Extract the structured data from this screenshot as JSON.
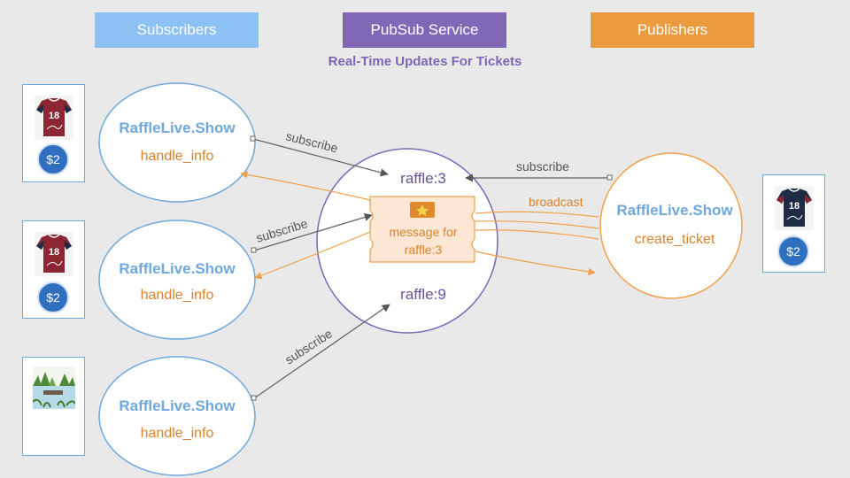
{
  "headers": {
    "subscribers": "Subscribers",
    "pubsub": "PubSub Service",
    "publishers": "Publishers"
  },
  "subtitle": "Real-Time Updates For Tickets",
  "subscribers": [
    {
      "module": "RaffleLive.Show",
      "callback": "handle_info",
      "arrow_label": "subscribe"
    },
    {
      "module": "RaffleLive.Show",
      "callback": "handle_info",
      "arrow_label": "subscribe"
    },
    {
      "module": "RaffleLive.Show",
      "callback": "handle_info",
      "arrow_label": "subscribe"
    }
  ],
  "pubsub": {
    "topics": [
      "raffle:3",
      "raffle:9"
    ],
    "message": {
      "line1": "message for",
      "line2": "raffle:3"
    }
  },
  "publisher": {
    "module": "RaffleLive.Show",
    "callback": "create_ticket",
    "subscribe_label": "subscribe",
    "broadcast_label": "broadcast"
  },
  "cards": [
    {
      "image": "jersey-18-icon",
      "price": "$2"
    },
    {
      "image": "jersey-18-icon",
      "price": "$2"
    },
    {
      "image": "landscape-icon",
      "price": ""
    }
  ],
  "publisher_card": {
    "image": "jersey-18-icon",
    "price": "$2"
  },
  "colors": {
    "subscriber_blue": "#6fa8dc",
    "subscriber_header": "#8ec1f3",
    "pubsub_purple": "#7e66b5",
    "publisher_orange": "#f0a04b",
    "publisher_header": "#ea9a3f",
    "callback_orange": "#d9822b",
    "arrow_gray": "#666666"
  }
}
